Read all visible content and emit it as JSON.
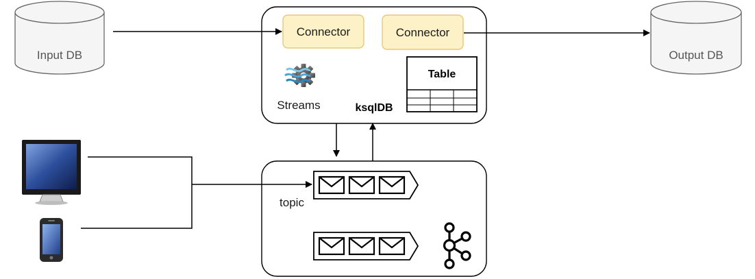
{
  "diagram": {
    "input_db": {
      "label": "Input DB"
    },
    "output_db": {
      "label": "Output DB"
    },
    "ksqldb_box": {
      "source_connector": {
        "label": "Connector"
      },
      "sink_connector": {
        "label": "Connector"
      },
      "streams": {
        "label": "Streams",
        "icon": "streams-gear-icon"
      },
      "title": "ksqlDB",
      "table": {
        "label": "Table"
      }
    },
    "kafka_box": {
      "topic_label": "topic",
      "queues": 2,
      "messages_per_queue": 3,
      "logo_icon": "kafka-logo-icon"
    },
    "producers": [
      {
        "icon": "monitor-icon"
      },
      {
        "icon": "smartphone-icon"
      }
    ],
    "colors": {
      "connector_fill": "#fdf1c7",
      "connector_stroke": "#e6c97a",
      "db_fill": "#f5f5f5",
      "db_stroke": "#666666",
      "stroke": "#000000"
    }
  }
}
